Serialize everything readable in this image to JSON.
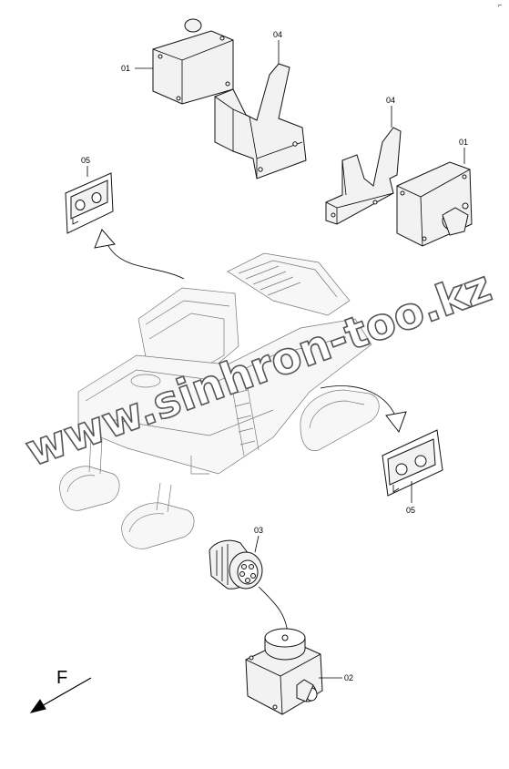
{
  "diagram": {
    "callouts": {
      "c01_top": "01",
      "c04_top": "04",
      "c04_right": "04",
      "c01_right": "01",
      "c05_left": "05",
      "c05_right": "05",
      "c03": "03",
      "c02": "02"
    },
    "direction_label": "F",
    "watermark": "www.sinhron-too.kz",
    "corner_mark": "⌐"
  },
  "icons": {
    "forward_arrow": "arrow-down-left-icon",
    "flow_arrow": "curved-arrow-icon"
  },
  "colors": {
    "line": "#000000",
    "machine_line": "#777777",
    "part_fill": "#f2f2f2"
  }
}
